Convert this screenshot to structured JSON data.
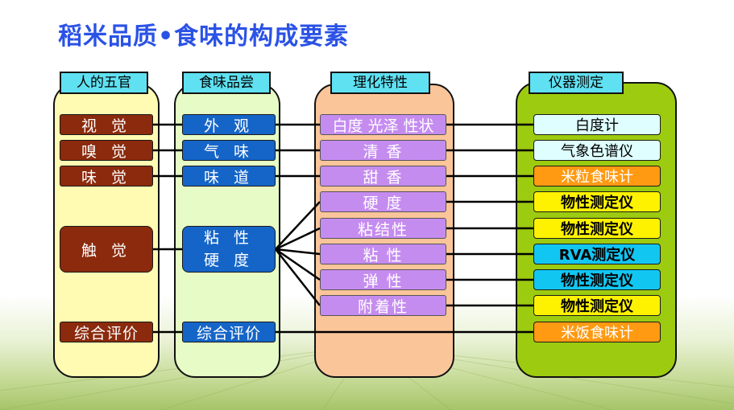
{
  "title": "稻米品质•食味的构成要素",
  "colors": {
    "title": "#2a52e6",
    "header_bg": "#5fe1f2",
    "col1_bg": "#fffbb2",
    "col2_bg": "#e6fbc6",
    "col3_bg": "#fbc59a",
    "col4_bg": "#9ccb10",
    "senses_box": "#8b2a0c",
    "tasting_box": "#1565c8",
    "props_box": "#c58cf0",
    "inst_light_cyan": "#dffeff",
    "inst_orange": "#ff9a12",
    "inst_yellow": "#fff200",
    "inst_cyan": "#12c6f2"
  },
  "columns": {
    "senses": {
      "header": "人的五官",
      "items": [
        "视 觉",
        "嗅 觉",
        "味 觉",
        "触 觉",
        "综合评价"
      ]
    },
    "tasting": {
      "header": "食味品尝",
      "items": [
        "外 观",
        "气 味",
        "味 道",
        "粘 性\n硬 度",
        "综合评价"
      ]
    },
    "properties": {
      "header": "理化特性",
      "items": [
        "白度 光泽 性状",
        "清 香",
        "甜 香",
        "硬 度",
        "粘结性",
        "粘 性",
        "弹 性",
        "附着性"
      ]
    },
    "instruments": {
      "header": "仪器测定",
      "items": [
        {
          "label": "白度计",
          "color": "light-cyan"
        },
        {
          "label": "气象色谱仪",
          "color": "light-cyan"
        },
        {
          "label": "米粒食味计",
          "color": "orange"
        },
        {
          "label": "物性测定仪",
          "color": "yellow"
        },
        {
          "label": "物性测定仪",
          "color": "yellow"
        },
        {
          "label": "RVA测定仪",
          "color": "cyan"
        },
        {
          "label": "物性测定仪",
          "color": "cyan"
        },
        {
          "label": "物性测定仪",
          "color": "yellow"
        },
        {
          "label": "米饭食味计",
          "color": "orange"
        }
      ]
    }
  }
}
